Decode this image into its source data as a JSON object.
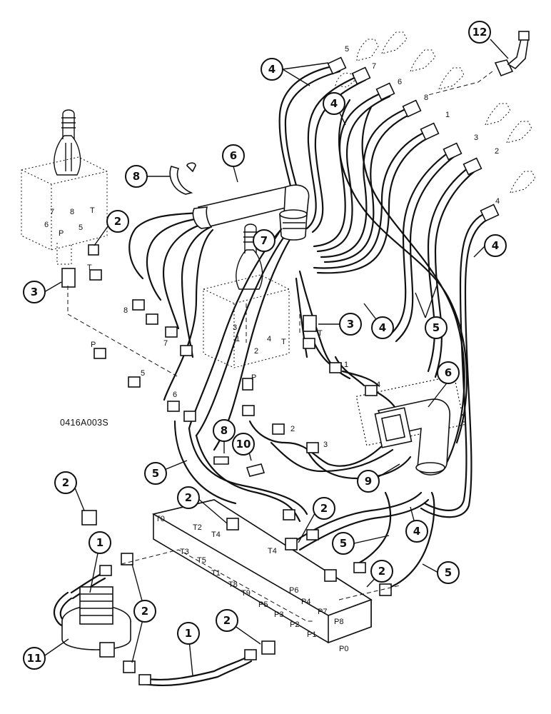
{
  "figure": {
    "code": "0416A003S"
  },
  "callouts": [
    "1",
    "1",
    "2",
    "2",
    "2",
    "2",
    "2",
    "2",
    "2",
    "3",
    "3",
    "4",
    "4",
    "4",
    "4",
    "4",
    "5",
    "5",
    "5",
    "5",
    "5",
    "6",
    "6",
    "7",
    "8",
    "8",
    "9",
    "10",
    "11",
    "12"
  ],
  "hose_tags": [
    "5",
    "7",
    "6",
    "8",
    "1",
    "3",
    "2",
    "4"
  ],
  "left_valve_labels": [
    "7",
    "8",
    "6",
    "P",
    "5",
    "T"
  ],
  "left_hose_labels": [
    "T",
    "8",
    "7",
    "P",
    "5",
    "6"
  ],
  "right_valve_labels": [
    "3",
    "1",
    "2",
    "4",
    "T"
  ],
  "right_hose_labels": [
    "T",
    "P",
    "1",
    "4",
    "2",
    "3"
  ],
  "manifold_ports": [
    "T0",
    "T2",
    "T4",
    "T3",
    "T5",
    "T1",
    "T8",
    "T9",
    "P5",
    "P3",
    "P2",
    "P1",
    "P0",
    "P6",
    "P4",
    "P7",
    "P8",
    "T4"
  ]
}
